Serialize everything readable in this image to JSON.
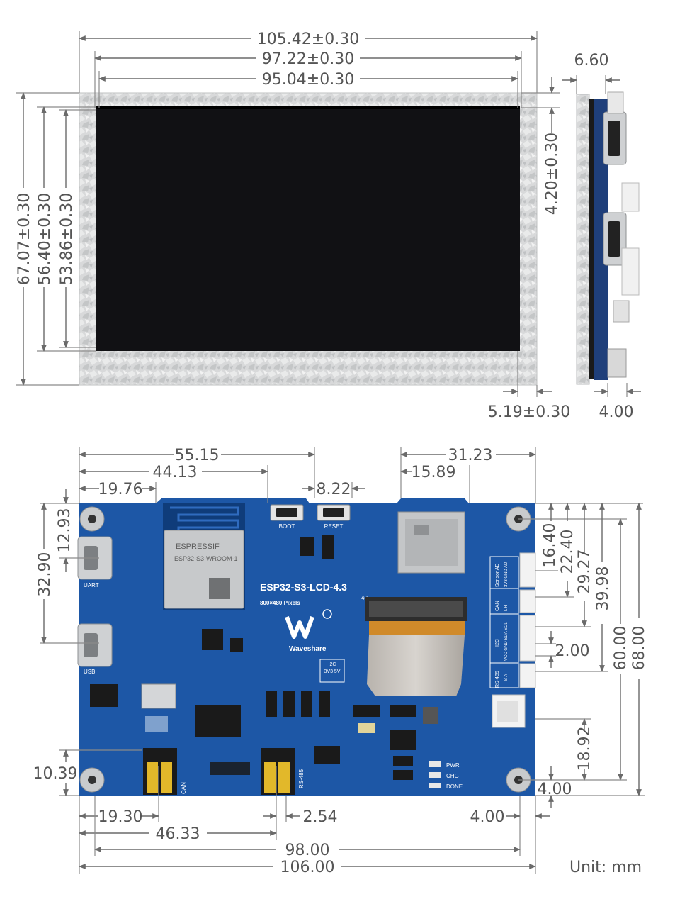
{
  "front_view": {
    "dims": {
      "overall_width": "105.42±0.30",
      "bezel_width": "97.22±0.30",
      "active_width": "95.04±0.30",
      "overall_height": "67.07±0.30",
      "bezel_height": "56.40±0.30",
      "active_height": "53.86±0.30",
      "top_offset": "4.20±0.30",
      "right_offset": "5.19±0.30"
    }
  },
  "side_view": {
    "dims": {
      "thickness": "6.60",
      "pcb_offset": "4.00"
    }
  },
  "back_view": {
    "dims": {
      "w_55": "55.15",
      "w_44": "44.13",
      "w_19_76": "19.76",
      "w_8_22": "8.22",
      "w_31": "31.23",
      "w_15": "15.89",
      "h_12": "12.93",
      "h_32": "32.90",
      "h_10": "10.39",
      "r_16": "16.40",
      "r_22": "22.40",
      "r_29": "29.27",
      "r_39": "39.98",
      "r_60": "60.00",
      "r_68": "68.00",
      "r_2": "2.00",
      "r_18": "18.92",
      "r_4": "4.00",
      "b_19": "19.30",
      "b_2_54": "2.54",
      "b_4": "4.00",
      "b_46": "46.33",
      "b_98": "98.00",
      "b_106": "106.00"
    },
    "silkscreen": {
      "model": "ESP32-S3-LCD-4.3",
      "resolution": "800×480 Pixels",
      "brand": "Waveshare",
      "module_brand": "ESPRESSIF",
      "module_name": "ESP32-S3-WROOM-1",
      "boot": "BOOT",
      "reset": "RESET",
      "uart": "UART",
      "usb": "USB",
      "can": "CAN",
      "rs485": "RS-485",
      "i2c": "I2C",
      "voltage": "3V3 5V",
      "sensor": "Sensor AD",
      "sensor_pins": "3V3 GND AD",
      "can_label": "CAN",
      "can_pins": "L  H",
      "i2c_label": "I2C",
      "i2c_pins": "VCC GND SDA SCL",
      "rs485_label": "RS-485",
      "rs485_pins": "B  A",
      "pwr": "PWR",
      "chg": "CHG",
      "done": "DONE",
      "pin40": "40"
    }
  },
  "unit": "Unit: mm",
  "colors": {
    "pcb": "#1d57a6",
    "pcb_dark": "#164a90",
    "screen": "#111114",
    "metal": "#d9dadb",
    "dim_text": "#555555"
  }
}
